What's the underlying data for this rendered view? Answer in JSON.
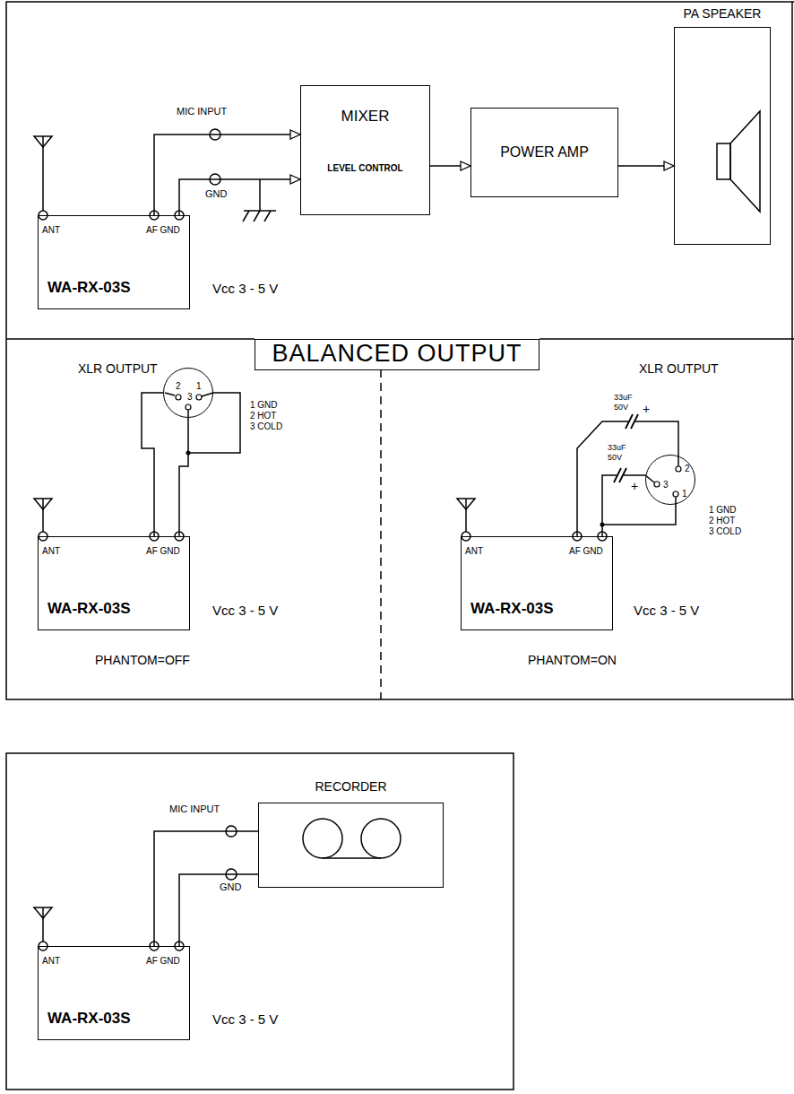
{
  "diagram": {
    "nodes": [
      {
        "text": [
          "ANT",
          "AF GND",
          "WA-RX-03S"
        ]
      },
      {
        "text": [
          "MIXER",
          "LEVEL CONTROL"
        ]
      },
      {
        "text": [
          "POWER AMP"
        ]
      },
      {
        "text": [
          "PA SPEAKER"
        ]
      },
      {
        "text": [
          "BALANCED OUTPUT"
        ]
      },
      {
        "text": [
          "2",
          "1",
          "3"
        ]
      },
      {
        "text": [
          "ANT",
          "AF GND",
          "WA-RX-03S"
        ]
      },
      {
        "text": [
          "2",
          "3",
          "1"
        ]
      },
      {
        "text": [
          "ANT",
          "AF GND",
          "WA-RX-03S"
        ]
      },
      {
        "text": [
          "RECORDER"
        ]
      },
      {
        "text": [
          "ANT",
          "AF GND",
          "WA-RX-03S"
        ]
      }
    ],
    "edges": [
      {
        "from": 0,
        "to": 1,
        "arrow": "to"
      },
      {
        "from": 0,
        "to": 1,
        "arrow": "to"
      },
      {
        "from": 1,
        "to": 2,
        "arrow": "to"
      },
      {
        "from": 2,
        "to": 3,
        "arrow": "to"
      },
      {
        "from": 6,
        "to": 5,
        "arrow": "none"
      },
      {
        "from": 6,
        "to": 5,
        "arrow": "none"
      },
      {
        "from": 8,
        "to": 7,
        "arrow": "none"
      },
      {
        "from": 8,
        "to": 7,
        "arrow": "none"
      },
      {
        "from": 10,
        "to": 9,
        "arrow": "none"
      },
      {
        "from": 10,
        "to": 9,
        "arrow": "none"
      }
    ],
    "labels": [
      "MIC INPUT",
      "GND",
      "Vcc 3 - 5 V",
      "XLR OUTPUT",
      "1 GND",
      "2 HOT",
      "3 COLD",
      "Vcc 3 - 5 V",
      "PHANTOM=OFF",
      "XLR OUTPUT",
      "33uF",
      "50V",
      "+",
      "33uF",
      "50V",
      "+",
      "1 GND",
      "2 HOT",
      "3 COLD",
      "Vcc 3 - 5 V",
      "PHANTOM=ON",
      "MIC INPUT",
      "GND",
      "Vcc 3 - 5 V"
    ]
  }
}
